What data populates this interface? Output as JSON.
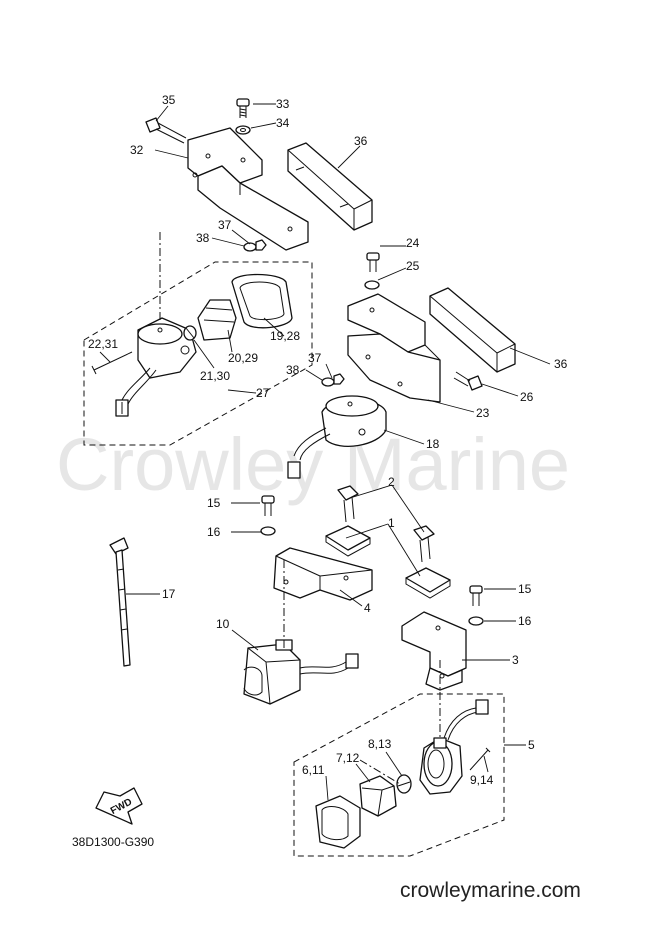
{
  "watermark": "Crowley Marine",
  "website": "crowleymarine.com",
  "diagram_code": "38D1300-G390",
  "fwd_label": "FWD",
  "callouts": {
    "c35": "35",
    "c33": "33",
    "c34": "34",
    "c32": "32",
    "c36a": "36",
    "c37a": "37",
    "c38a": "38",
    "c24": "24",
    "c25": "25",
    "c22_31": "22,31",
    "c19_28": "19,28",
    "c20_29": "20,29",
    "c21_30": "21,30",
    "c27": "27",
    "c37b": "37",
    "c38b": "38",
    "c36b": "36",
    "c26": "26",
    "c23": "23",
    "c18": "18",
    "c2": "2",
    "c15a": "15",
    "c1": "1",
    "c16a": "16",
    "c17": "17",
    "c4": "4",
    "c15b": "15",
    "c16b": "16",
    "c10": "10",
    "c3": "3",
    "c5": "5",
    "c8_13": "8,13",
    "c7_12": "7,12",
    "c6_11": "6,11",
    "c9_14": "9,14"
  },
  "icons": [
    "bolt-icon",
    "washer-icon",
    "nut-icon",
    "bracket-icon",
    "lamp-icon",
    "bulb-icon",
    "socket-icon",
    "cable-tie-icon",
    "fwd-arrow-icon"
  ]
}
